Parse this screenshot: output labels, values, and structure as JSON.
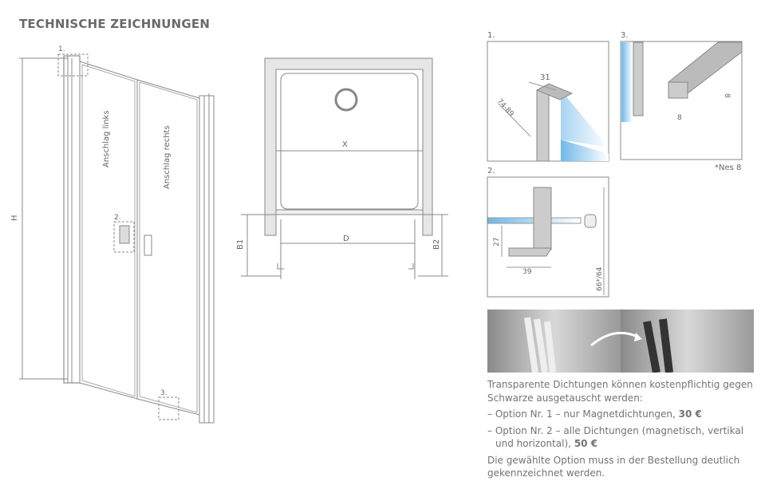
{
  "title": "TECHNISCHE ZEICHNUNGEN",
  "door_drawing": {
    "height_label": "H",
    "left_leaf_label": "Anschlag links",
    "right_leaf_label": "Anschlag rechts",
    "callouts": [
      "1.",
      "2.",
      "3."
    ]
  },
  "plan_drawing": {
    "x_label": "X",
    "d_label": "D",
    "b1_label": "B1",
    "b2_label": "B2"
  },
  "details": {
    "detail1": {
      "number": "1.",
      "width": "31",
      "depth": "74-89"
    },
    "detail2": {
      "number": "2.",
      "height": "27",
      "width": "39",
      "total": "66*/64"
    },
    "detail3": {
      "number": "3.",
      "width": "8",
      "height": "8"
    },
    "footnote": "*Nes 8"
  },
  "description": {
    "intro": "Transparente Dichtungen können kostenpflichtig gegen Schwarze ausgetauscht werden:",
    "option1_text": "– Option Nr. 1 – nur Magnetdichtungen, ",
    "option1_price": "30 €",
    "option2_text": "– Option Nr. 2 – alle Dichtungen (magnetisch, vertikal und horizontal), ",
    "option2_price": "50 €",
    "note": "Die gewählte Option muss in der Bestellung deutlich gekennzeichnet werden."
  }
}
